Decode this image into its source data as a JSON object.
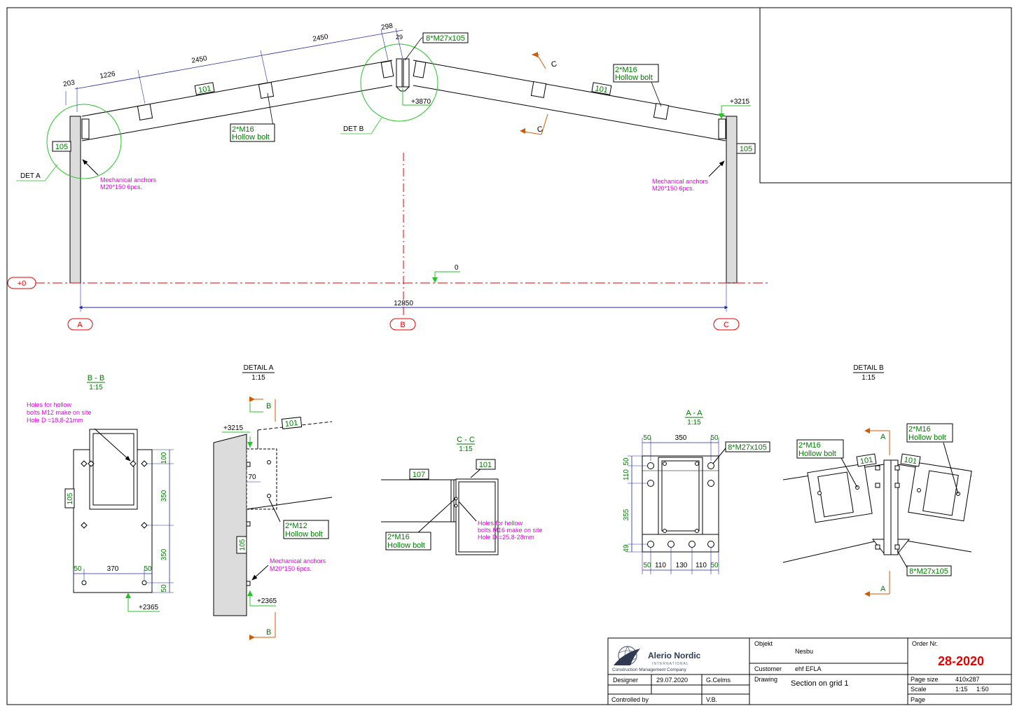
{
  "colors": {
    "line": "#000000",
    "dim": "#1f2a9e",
    "label_green": "#007a00",
    "annotation_magenta": "#e000e0",
    "axis_red": "#e60000",
    "section_orange": "#d05a00",
    "detail_circle": "#27c427",
    "column_fill": "#dcdcdc"
  },
  "main_section": {
    "dims_top": [
      "203",
      "1226",
      "2450",
      "2450",
      "298",
      "29"
    ],
    "bolt_callout_top": "8*M27x105",
    "part_rafter": "101",
    "part_column": "105",
    "bolt_callout_1": [
      "2*M16",
      "Hollow bolt"
    ],
    "bolt_callout_2": [
      "2*M16",
      "Hollow bolt"
    ],
    "det_a": "DET A",
    "det_b": "DET B",
    "level_ridge": "+3870",
    "level_eave": "+3215",
    "level_zero": "0",
    "level_ref": "+0",
    "anchors_left": [
      "Mechanical anchors",
      "M20*150  6pcs."
    ],
    "anchors_right": [
      "Mechanical anchors",
      "M20*150  6pcs."
    ],
    "span": "12850",
    "grid_labels": [
      "A",
      "B",
      "C"
    ],
    "section_mark": "C"
  },
  "section_bb": {
    "title": "B - B",
    "scale": "1:15",
    "note": [
      "Holes for hollow",
      "bolts M12 make on site",
      "Hole D =18.8-21mm"
    ],
    "part": "105",
    "dims_right": [
      "100",
      "350",
      "350",
      "50"
    ],
    "dims_bottom": [
      "50",
      "370",
      "50"
    ],
    "level": "+2365"
  },
  "detail_a": {
    "title": "DETAIL A",
    "scale": "1:15",
    "section_mark": "B",
    "level_top": "+3215",
    "part_rafter": "101",
    "dim": "70",
    "bolt_callout": [
      "2*M12",
      "Hollow bolt"
    ],
    "part_column": "105",
    "anchors": [
      "Mechanical anchors",
      "M20*150  6pcs."
    ],
    "level_bottom": "+2365"
  },
  "section_cc": {
    "title": "C - C",
    "scale": "1:15",
    "part_left": "107",
    "part_right": "101",
    "note": [
      "Holes for hollow",
      "bolts M16 make on site",
      "Hole D =25.8-28mm"
    ],
    "bolt_callout": [
      "2*M16",
      "Hollow bolt"
    ]
  },
  "section_aa": {
    "title": "A - A",
    "scale": "1:15",
    "dims_top": [
      "50",
      "350",
      "50"
    ],
    "dims_left": [
      "50",
      "110",
      "355",
      "49"
    ],
    "dims_bottom": [
      "50",
      "110",
      "130",
      "110",
      "50"
    ],
    "bolt_callout": "8*M27x105"
  },
  "detail_b": {
    "title": "DETAIL B",
    "scale": "1:15",
    "section_mark": "A",
    "bolt_left": [
      "2*M16",
      "Hollow bolt"
    ],
    "bolt_right": [
      "2*M16",
      "Hollow bolt"
    ],
    "part_left": "101",
    "part_right": "101",
    "bolt_bottom": "8*M27x105"
  },
  "title_block": {
    "company_name": "Alerio Nordic",
    "company_sub": "INTERNATIONAL",
    "company_tagline": "Construction Management Company",
    "objekt_label": "Objekt",
    "objekt_value": "Nesbu",
    "customer_label": "Customer",
    "customer_value": "ehf EFLA",
    "drawing_label": "Drawing",
    "drawing_value": "Section on grid 1",
    "order_label": "Order Nr.",
    "order_value": "28-2020",
    "designer_label": "Designer",
    "designer_date": "29.07.2020",
    "designer_name": "G.Celms",
    "controlled_label": "Controlled by",
    "controlled_name": "V.B.",
    "page_size_label": "Page size",
    "page_size_value": "410x287",
    "scale_label": "Scale",
    "scale_value": "1:15     1:50",
    "page_label": "Page"
  }
}
